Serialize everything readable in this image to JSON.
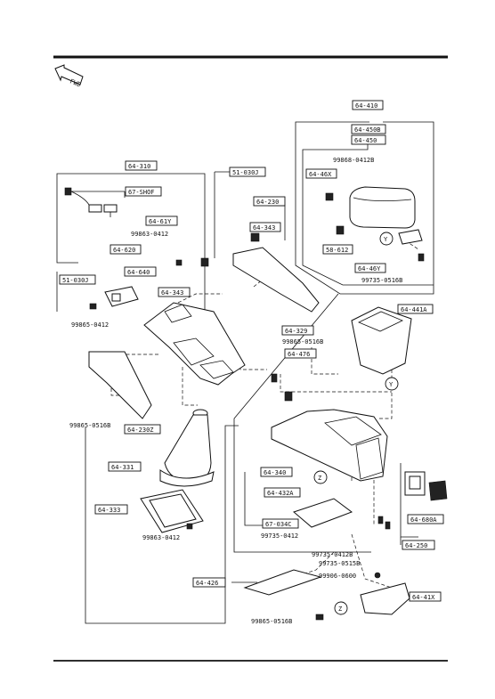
{
  "fwd_label": "FWD",
  "callouts": {
    "c64_410": "64-410",
    "c64_450B": "64-450B",
    "c64_450": "64-450",
    "c99868_0412B": "99868-0412B",
    "c64_46X": "64-46X",
    "cY_top": "Y",
    "c58_612": "58-612",
    "c64_46Y": "64-46Y",
    "c99735_0516B": "99735-0516B",
    "c64_310": "64-310",
    "c67_SHOF": "67-SHOF",
    "c51_030J_top": "51-030J",
    "c64_230": "64-230",
    "c64_61Y": "64-61Y",
    "c99863_0412_a": "99863-0412",
    "c64_343_upper": "64-343",
    "c64_620": "64-620",
    "c64_640": "64-640",
    "c51_030J_left": "51-030J",
    "c64_343_mid": "64-343",
    "c99865_0412": "99865-0412",
    "c64_329": "64-329",
    "c99865_0516B_a": "99865-0516B",
    "c64_476": "64-476",
    "c64_441A": "64-441A",
    "cY_mid": "Y",
    "c99865_0516B_b": "99865-0516B",
    "c64_230Z": "64-230Z",
    "c64_331": "64-331",
    "c64_340": "64-340",
    "cZ_mid": "Z",
    "c64_432A": "64-432A",
    "c64_333": "64-333",
    "c67_034C": "67-034C",
    "c99735_0412": "99735-0412",
    "c99863_0412_b": "99863-0412",
    "c64_680A": "64-680A",
    "c64_250": "64-250",
    "c99735_0412B": "99735-0412B",
    "c99735_0515B": "99735-0515B",
    "c64_426": "64-426",
    "c99906_0600": "99906-0600",
    "c64_41X": "64-41X",
    "cZ_bottom": "Z",
    "c99865_0516B_c": "99865-0516B"
  }
}
